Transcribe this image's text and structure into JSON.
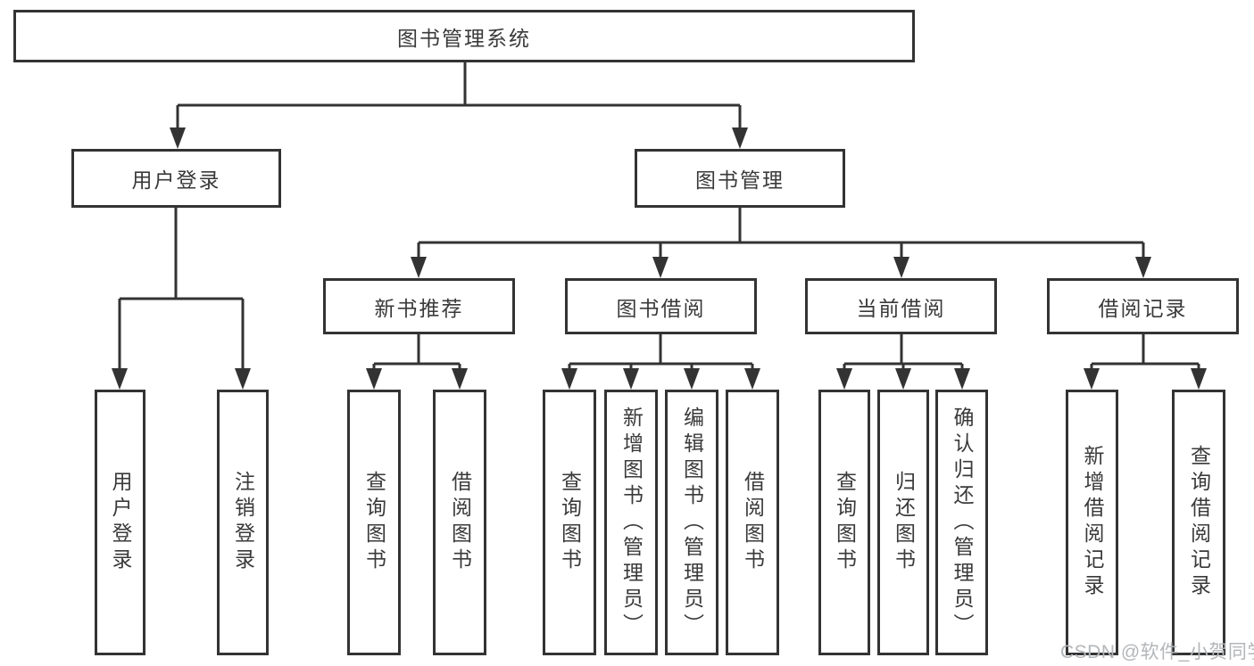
{
  "diagram": {
    "root": {
      "label": "图书管理系统"
    },
    "level2": [
      {
        "label": "用户登录"
      },
      {
        "label": "图书管理"
      }
    ],
    "level3": [
      {
        "label": "新书推荐",
        "parent": "图书管理"
      },
      {
        "label": "图书借阅",
        "parent": "图书管理"
      },
      {
        "label": "当前借阅",
        "parent": "图书管理"
      },
      {
        "label": "借阅记录",
        "parent": "图书管理"
      }
    ],
    "level4": [
      {
        "label": "用户登录",
        "parent": "用户登录"
      },
      {
        "label": "注销登录",
        "parent": "用户登录"
      },
      {
        "label": "查询图书",
        "parent": "新书推荐"
      },
      {
        "label": "借阅图书",
        "parent": "新书推荐"
      },
      {
        "label": "查询图书",
        "parent": "图书借阅"
      },
      {
        "label": "新增图书（管理员）",
        "parent": "图书借阅"
      },
      {
        "label": "编辑图书（管理员）",
        "parent": "图书借阅"
      },
      {
        "label": "借阅图书",
        "parent": "图书借阅"
      },
      {
        "label": "查询图书",
        "parent": "当前借阅"
      },
      {
        "label": "归还图书",
        "parent": "当前借阅"
      },
      {
        "label": "确认归还（管理员）",
        "parent": "当前借阅"
      },
      {
        "label": "新增借阅记录",
        "parent": "借阅记录"
      },
      {
        "label": "查询借阅记录",
        "parent": "借阅记录"
      }
    ],
    "colors": {
      "line": "#333333",
      "text": "#3a3a3a",
      "box_background": "#ffffff"
    }
  },
  "watermark": {
    "text": "CSDN @软件_小贺同学",
    "color": "#b3b6b9"
  }
}
